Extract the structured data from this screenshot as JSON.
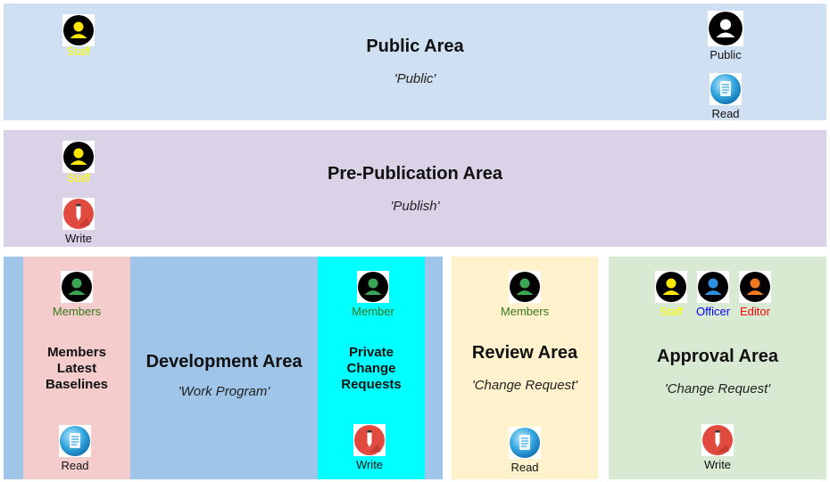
{
  "colors": {
    "public_bg": "#cfe0f2",
    "prepub_bg": "#dad3e8",
    "dev_bg": "#9fc5e8",
    "members_bg": "#f4cccc",
    "private_bg": "#00ffff",
    "review_bg": "#fff2cc",
    "approval_bg": "#d9ead3",
    "staff_label": "#ffff00",
    "members_label": "#38761d",
    "officer_label": "#0000ff",
    "editor_label": "#ff0000",
    "dark_label": "#111111"
  },
  "public_area": {
    "title": "Public Area",
    "subtitle": "'Public'",
    "staff_label": "Staff",
    "public_label": "Public",
    "read_label": "Read"
  },
  "prepub_area": {
    "title": "Pre-Publication Area",
    "subtitle": "'Publish'",
    "staff_label": "Staff",
    "write_label": "Write"
  },
  "members_baselines": {
    "title_line1": "Members",
    "title_line2": "Latest",
    "title_line3": "Baselines",
    "members_label": "Members",
    "read_label": "Read"
  },
  "development_area": {
    "title": "Development Area",
    "subtitle": "'Work Program'"
  },
  "private_change": {
    "title_line1": "Private",
    "title_line2": "Change",
    "title_line3": "Requests",
    "member_label": "Member",
    "write_label": "Write"
  },
  "review_area": {
    "title": "Review Area",
    "subtitle": "'Change Request'",
    "members_label": "Members",
    "read_label": "Read"
  },
  "approval_area": {
    "title": "Approval Area",
    "subtitle": "'Change Request'",
    "staff_label": "Staff",
    "officer_label": "Officer",
    "editor_label": "Editor",
    "write_label": "Write"
  }
}
